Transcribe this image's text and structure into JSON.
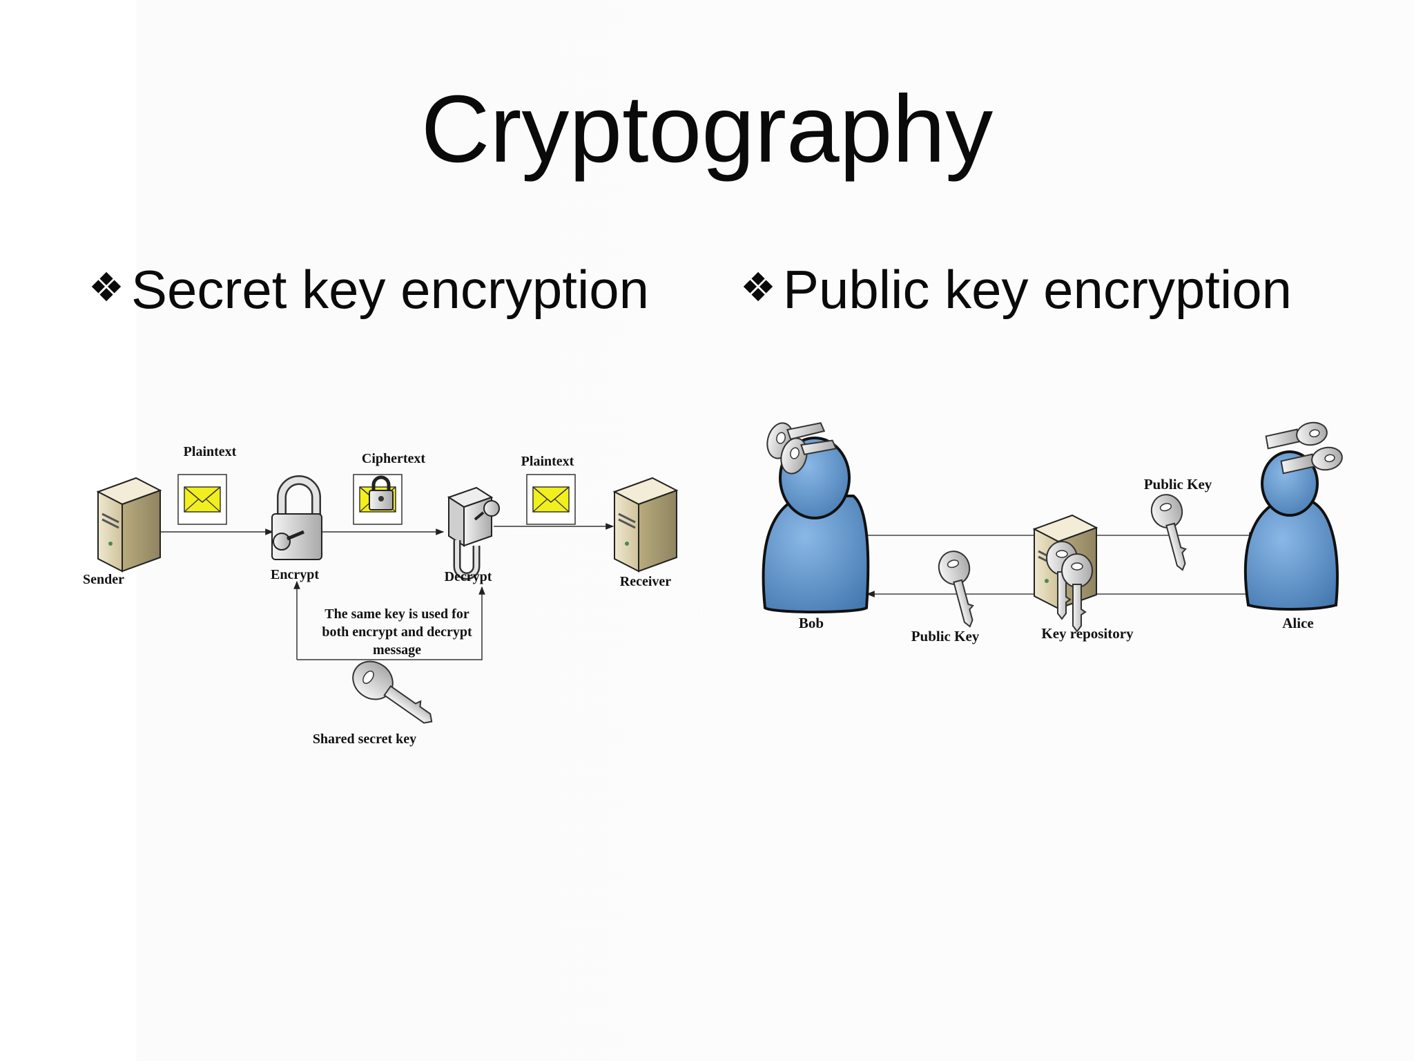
{
  "title": "Cryptography",
  "bullet_glyph": "❖",
  "bullets": {
    "secret": "Secret key encryption",
    "public": "Public key encryption"
  },
  "secret_diagram": {
    "plaintext_1": "Plaintext",
    "ciphertext": "Ciphertext",
    "plaintext_2": "Plaintext",
    "sender": "Sender",
    "encrypt": "Encrypt",
    "decrypt": "Decrypt",
    "receiver": "Receiver",
    "note_lines": [
      "The same key is used for",
      "both encrypt and decrypt",
      "message"
    ],
    "shared_key": "Shared secret key"
  },
  "public_diagram": {
    "bob": "Bob",
    "alice": "Alice",
    "public_key_top": "Public Key",
    "public_key_bottom": "Public Key",
    "key_repository": "Key repository"
  },
  "colors": {
    "person_blue": "#5b93c9",
    "envelope_yellow": "#f2ef1e",
    "server_beige": "#ddd2b0"
  }
}
